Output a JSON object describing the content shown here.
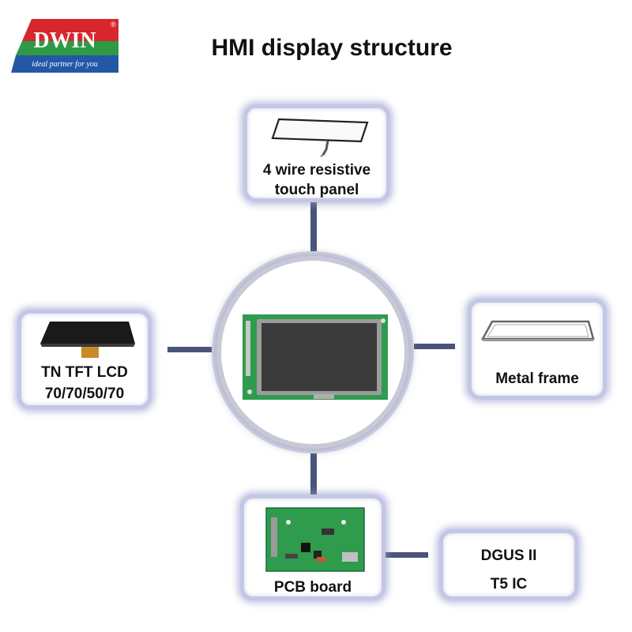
{
  "logo": {
    "brand": "DWIN",
    "tagline": "ideal partner for you",
    "mark": "®"
  },
  "title": "HMI display structure",
  "components": {
    "touch_panel": {
      "line1": "4 wire resistive",
      "line2": "touch panel"
    },
    "lcd": {
      "line1": "TN TFT LCD",
      "line2": "70/70/50/70"
    },
    "metal_frame": {
      "label": "Metal frame"
    },
    "pcb": {
      "label": "PCB board"
    },
    "ic": {
      "line1": "DGUS II",
      "line2": "T5 IC"
    }
  },
  "colors": {
    "connector": "#4a5378",
    "box_border": "#c4c7e4",
    "pcb_green": "#2e9b4d",
    "logo_red": "#d8262e",
    "logo_green": "#2f9a45",
    "logo_blue": "#2557a7"
  },
  "icons": [
    "dwin-logo",
    "touch-panel-icon",
    "lcd-panel-icon",
    "metal-frame-icon",
    "pcb-board-icon",
    "hmi-display-icon"
  ]
}
